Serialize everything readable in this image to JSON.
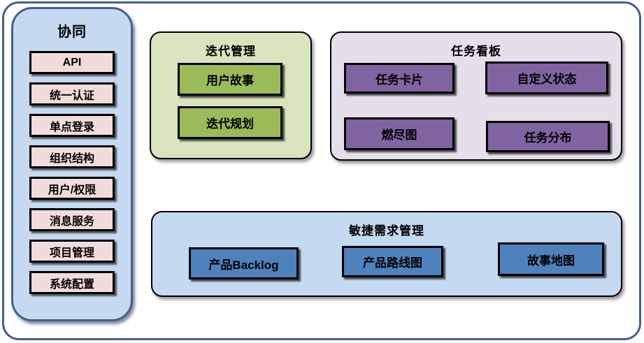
{
  "sidebar": {
    "title": "协同",
    "items": [
      "API",
      "统一认证",
      "单点登录",
      "组织结构",
      "用户/权限",
      "消息服务",
      "项目管理",
      "系统配置"
    ]
  },
  "groups": {
    "iteration": {
      "title": "迭代管理",
      "items": [
        "用户故事",
        "迭代规划"
      ]
    },
    "taskboard": {
      "title": "任务看板",
      "items": [
        "任务卡片",
        "自定义状态",
        "燃尽图",
        "任务分布"
      ]
    },
    "requirements": {
      "title": "敏捷需求管理",
      "items": [
        "产品Backlog",
        "产品路线图",
        "故事地图"
      ]
    }
  },
  "colors": {
    "frame_border": "#44618E",
    "sidebar_fill": "#C5D9F1",
    "sidebar_item_fill": "#F2DCDB",
    "iteration_group_fill": "#D7E4BD",
    "iteration_item_fill": "#9BBB59",
    "taskboard_group_fill": "#E5DFEC",
    "taskboard_item_fill": "#8064A2",
    "requirements_group_fill": "#C5D9F1",
    "requirements_item_fill": "#4F81BD",
    "item_border": "#000000",
    "text": "#000000"
  }
}
